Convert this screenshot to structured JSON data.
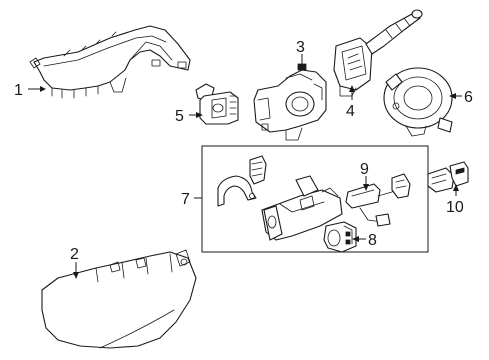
{
  "diagram": {
    "callouts": [
      {
        "id": "1",
        "label": "1"
      },
      {
        "id": "2",
        "label": "2"
      },
      {
        "id": "3",
        "label": "3"
      },
      {
        "id": "4",
        "label": "4"
      },
      {
        "id": "5",
        "label": "5"
      },
      {
        "id": "6",
        "label": "6"
      },
      {
        "id": "7",
        "label": "7"
      },
      {
        "id": "8",
        "label": "8"
      },
      {
        "id": "9",
        "label": "9"
      },
      {
        "id": "10",
        "label": "10"
      }
    ],
    "colors": {
      "line": "#1a1a1a",
      "background": "#ffffff"
    }
  }
}
